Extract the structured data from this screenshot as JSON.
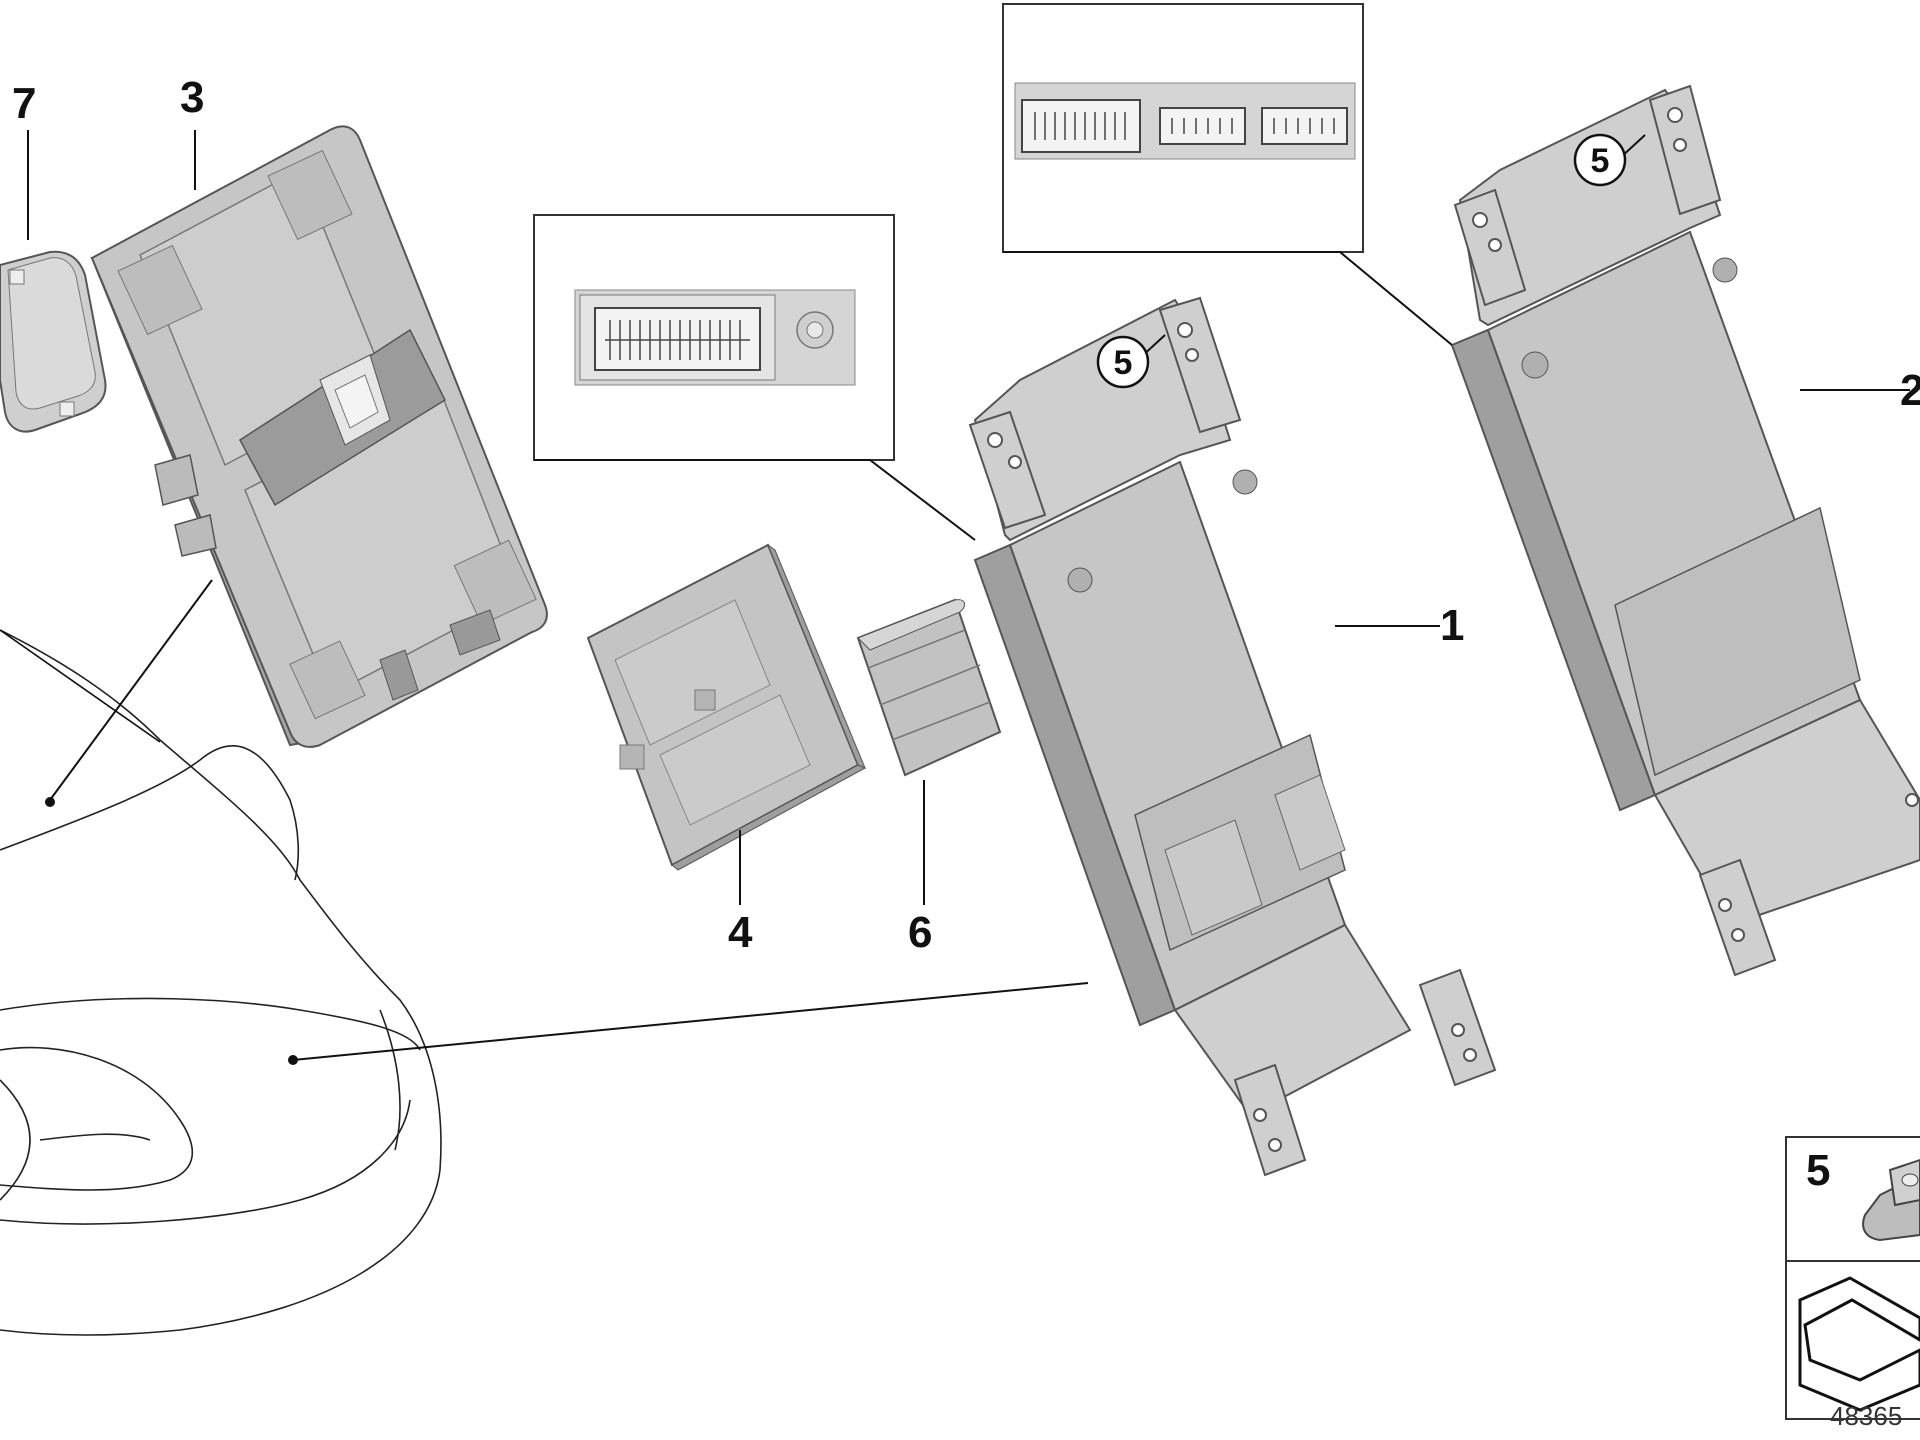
{
  "diagram": {
    "callouts": {
      "part_1": "1",
      "part_2": "2",
      "part_3": "3",
      "part_4": "4",
      "part_5_a": "5",
      "part_5_b": "5",
      "part_6": "6",
      "part_7": "7",
      "legend_5": "5"
    },
    "diagram_id": "48365",
    "colors": {
      "part_fill": "#c9c9c9",
      "part_dark": "#a9a9a9",
      "part_light": "#dedede",
      "outline": "#4a4a4a",
      "line": "#111111"
    }
  }
}
